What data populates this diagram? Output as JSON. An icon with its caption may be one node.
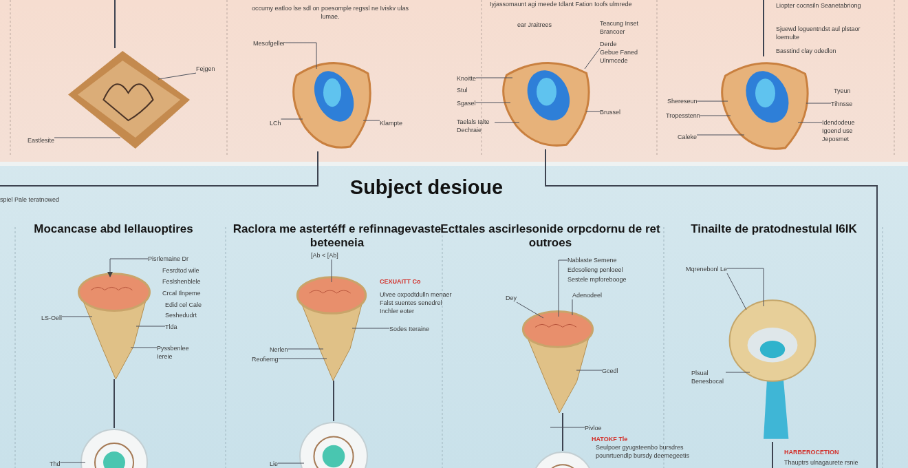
{
  "diagram": {
    "title": "Subject desioue",
    "nodes": [
      {
        "text": [],
        "shape": "picture"
      },
      {
        "text": [],
        "shape": "picture"
      },
      {
        "text": [],
        "shape": "picture"
      },
      {
        "text": [],
        "shape": "picture"
      },
      {
        "text": [],
        "shape": "picture"
      },
      {
        "text": [],
        "shape": "picture"
      },
      {
        "text": [],
        "shape": "picture"
      },
      {
        "text": [],
        "shape": "picture"
      },
      {
        "text": [],
        "shape": "picture"
      },
      {
        "text": [],
        "shape": "picture"
      },
      {
        "text": [],
        "shape": "picture"
      },
      {
        "text": [
          "Fejgen"
        ]
      },
      {
        "text": [
          "Eastlesite"
        ]
      },
      {
        "text": [
          "Mesofgeller"
        ]
      },
      {
        "text": [
          "LCh"
        ]
      },
      {
        "text": [
          "Klampte"
        ]
      },
      {
        "text": [
          "Knoitte"
        ]
      },
      {
        "text": [
          "Sgasel"
        ]
      },
      {
        "text": [
          "Taelals Ialte Dechraie"
        ]
      },
      {
        "text": [
          "Brussel"
        ]
      },
      {
        "text": [
          "Derde"
        ]
      },
      {
        "text": [
          "Shereseun"
        ]
      },
      {
        "text": [
          "Tropesstenn"
        ]
      },
      {
        "text": [
          "Caleke"
        ]
      },
      {
        "text": [
          "Tihnsse"
        ]
      },
      {
        "text": [
          "Idendodeue Igoend use Jeposmet"
        ]
      },
      {
        "text": [
          "Pisrlemaine Dr"
        ]
      },
      {
        "text": [
          "Tlda"
        ]
      },
      {
        "text": [
          "LS-Oell"
        ]
      },
      {
        "text": [
          "Pyssbenlee Iereie"
        ]
      },
      {
        "text": [
          "Thd"
        ]
      },
      {
        "text": [
          "[Ab < [Ab]"
        ]
      },
      {
        "text": [
          "Sodes Iteraine"
        ]
      },
      {
        "text": [
          "Nerlen"
        ]
      },
      {
        "text": [
          "Reofiemg"
        ]
      },
      {
        "text": [
          "Lie"
        ]
      },
      {
        "text": [
          "Dey"
        ]
      },
      {
        "text": [
          "Adenodeel"
        ]
      },
      {
        "text": [
          "Nablaste Semene"
        ]
      },
      {
        "text": [
          "Gcedl"
        ]
      },
      {
        "text": [
          "Pivloe"
        ]
      },
      {
        "text": [
          "Mqrenebonl Le"
        ]
      },
      {
        "text": [
          "Plsual Benesbocal"
        ]
      }
    ],
    "edges": [
      {
        "from": null,
        "to": 0,
        "arrow": "none"
      },
      {
        "from": 1,
        "to": null,
        "arrow": "none"
      },
      {
        "from": 2,
        "to": null,
        "arrow": "none"
      },
      {
        "from": null,
        "to": 3,
        "arrow": "none"
      },
      {
        "from": 4,
        "to": 5,
        "arrow": "none"
      },
      {
        "from": 6,
        "to": 7,
        "arrow": "none"
      },
      {
        "from": 8,
        "to": 9,
        "arrow": "none"
      },
      {
        "from": 10,
        "to": null,
        "arrow": "none"
      },
      {
        "from": 11,
        "to": 0,
        "arrow": "none"
      },
      {
        "from": 12,
        "to": 0,
        "arrow": "none"
      },
      {
        "from": 13,
        "to": 1,
        "arrow": "none"
      },
      {
        "from": 14,
        "to": 1,
        "arrow": "none"
      },
      {
        "from": 15,
        "to": 1,
        "arrow": "none"
      },
      {
        "from": 16,
        "to": 2,
        "arrow": "none"
      },
      {
        "from": 17,
        "to": 2,
        "arrow": "none"
      },
      {
        "from": 18,
        "to": 2,
        "arrow": "none"
      },
      {
        "from": 19,
        "to": 2,
        "arrow": "none"
      },
      {
        "from": 20,
        "to": 2,
        "arrow": "none"
      },
      {
        "from": 21,
        "to": 3,
        "arrow": "none"
      },
      {
        "from": 22,
        "to": 3,
        "arrow": "none"
      },
      {
        "from": 23,
        "to": 3,
        "arrow": "none"
      },
      {
        "from": 24,
        "to": 3,
        "arrow": "none"
      },
      {
        "from": 25,
        "to": 3,
        "arrow": "none"
      },
      {
        "from": 26,
        "to": 4,
        "arrow": "to"
      },
      {
        "from": 27,
        "to": 4,
        "arrow": "none"
      },
      {
        "from": 28,
        "to": 4,
        "arrow": "none"
      },
      {
        "from": 29,
        "to": 4,
        "arrow": "none"
      },
      {
        "from": 30,
        "to": 5,
        "arrow": "none"
      },
      {
        "from": 31,
        "to": 6,
        "arrow": "none"
      },
      {
        "from": 32,
        "to": 6,
        "arrow": "none"
      },
      {
        "from": 33,
        "to": 6,
        "arrow": "none"
      },
      {
        "from": 34,
        "to": 6,
        "arrow": "none"
      },
      {
        "from": 35,
        "to": 7,
        "arrow": "none"
      },
      {
        "from": 36,
        "to": 8,
        "arrow": "none"
      },
      {
        "from": 37,
        "to": 8,
        "arrow": "none"
      },
      {
        "from": 38,
        "to": 8,
        "arrow": "none"
      },
      {
        "from": 39,
        "to": 8,
        "arrow": "none"
      },
      {
        "from": 40,
        "to": null,
        "arrow": "none"
      },
      {
        "from": 41,
        "to": 10,
        "arrow": "none"
      },
      {
        "from": 41,
        "to": 10,
        "arrow": "none"
      },
      {
        "from": 42,
        "to": 10,
        "arrow": "none"
      }
    ],
    "labels": [
      "occumy eatloo lse sdl on poesomple regssl ne Iviskv ulas lumae.",
      "Iyjassomaunt agi meede Idlant Fation Ioofs ulmrede",
      "ear Jraitrees",
      "Teacung Inset Brancoer",
      "Gebue Faned Ulnmcede",
      "Stul",
      "Liopter cocnsiln Seanetabriong",
      "Sjuewd loguentndst aul plstaor loemulte",
      "Basstind clay odedlon",
      "Tyeun",
      "spiel Pale teratnowed",
      "Mocancase abd Iellauoptires",
      "Fesrdtod wile",
      "Feslshenblele",
      "Crcal Ilnpeme",
      "Edid cel Cale",
      "Seshedudrt",
      "Raclora me astertéff e refinnagevaste beteeneia",
      "CEXUAITT Co",
      "Ulvee oxpodtdulln menaer Falst suentes senedrel Inchler eoter",
      "Ecttales ascirlesonide orpcdornu de ret outroes",
      "Edcsolieng penloeel",
      "Sestele mpforebooge",
      "HATOKF Tle",
      "Seulpoer gyugsteenbo bursdres pounrtuendlp bursdy deemegeetis",
      "Tinailte de pratodnestulal I6IK",
      "HARBEROCETION",
      "Thauptrs ulnagaurete rsnie"
    ]
  }
}
